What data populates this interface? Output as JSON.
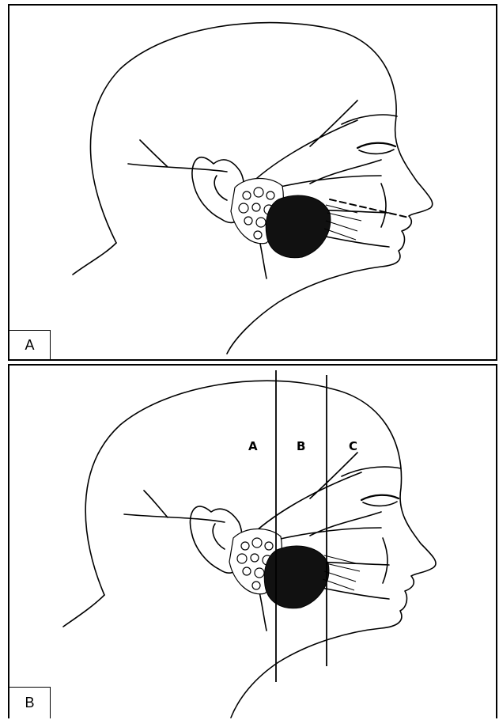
{
  "panels": [
    {
      "label": "A"
    },
    {
      "label": "B",
      "zones": [
        "A",
        "B",
        "C"
      ]
    }
  ]
}
